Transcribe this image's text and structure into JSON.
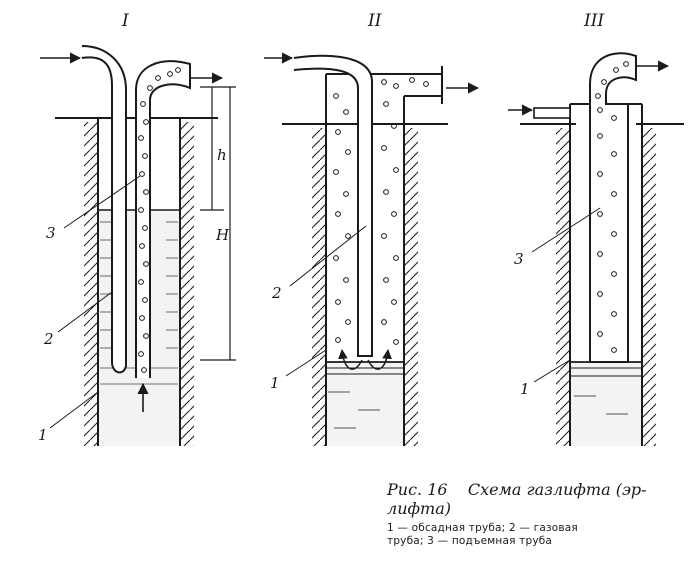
{
  "figure": {
    "panels": [
      {
        "numeral": "I"
      },
      {
        "numeral": "II"
      },
      {
        "numeral": "III"
      }
    ],
    "labels": {
      "p1_3": "3",
      "p1_2": "2",
      "p1_1": "1",
      "p1_h": "h",
      "p1_H": "H",
      "p2_2": "2",
      "p2_1": "1",
      "p3_3": "3",
      "p3_1": "1"
    }
  },
  "caption": {
    "fig_label": "Рис. 16",
    "title_line1": "Схема газлифта (эр-",
    "title_line2": "лифта)",
    "legend_line1": "1 — обсадная   труба;   2 — газовая",
    "legend_line2": "труба; 3 — подъемная труба"
  }
}
